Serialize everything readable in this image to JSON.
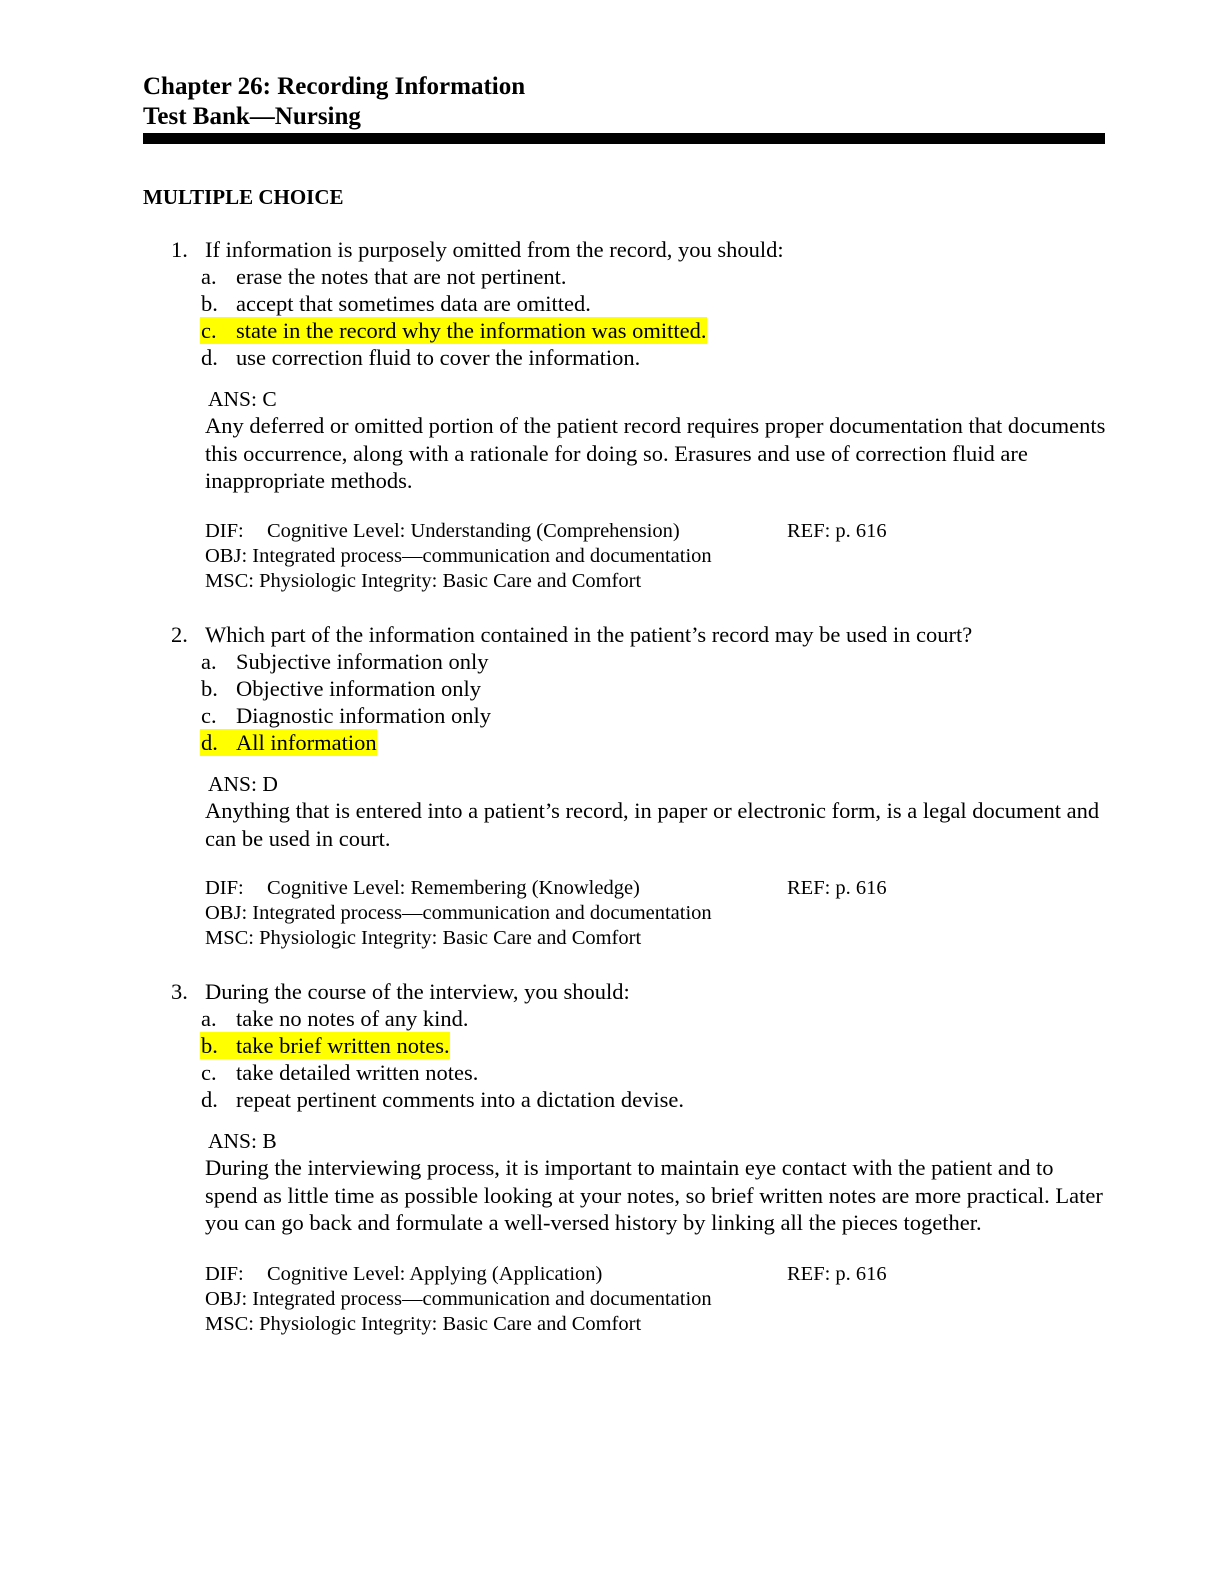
{
  "header": {
    "title": "Chapter 26: Recording Information",
    "subtitle": "Test Bank—Nursing"
  },
  "section_title": "MULTIPLE CHOICE",
  "questions": [
    {
      "number": "1.",
      "stem": "If information is purposely omitted from the record, you should:",
      "options": [
        {
          "letter": "a.",
          "text": "erase the notes that are not pertinent."
        },
        {
          "letter": "b.",
          "text": "accept that sometimes data are omitted."
        },
        {
          "letter": "c.",
          "text": "state in the record why the information was omitted."
        },
        {
          "letter": "d.",
          "text": "use correction fluid to cover the information."
        }
      ],
      "answer": "ANS: C",
      "rationale": "Any deferred or omitted portion of the patient record requires proper documentation that documents this occurrence, along with a rationale for doing so. Erasures and use of correction fluid are inappropriate methods.",
      "dif_label": "DIF:",
      "dif_value": "Cognitive Level: Understanding (Comprehension)",
      "ref": "REF: p. 616",
      "obj": "OBJ: Integrated process—communication and documentation",
      "msc": "MSC:  Physiologic Integrity: Basic Care and Comfort"
    },
    {
      "number": "2.",
      "stem": "Which part of the information contained in the patient’s record may be used in court?",
      "options": [
        {
          "letter": "a.",
          "text": "Subjective information only"
        },
        {
          "letter": "b.",
          "text": "Objective information only"
        },
        {
          "letter": "c.",
          "text": "Diagnostic information only"
        },
        {
          "letter": "d.",
          "text": "All information"
        }
      ],
      "answer": "ANS: D",
      "rationale": "Anything that is entered into a patient’s record, in paper or electronic form, is a legal document and can be used in court.",
      "dif_label": "DIF:",
      "dif_value": "Cognitive Level: Remembering (Knowledge)",
      "ref": "REF: p. 616",
      "obj": "OBJ: Integrated process—communication and documentation",
      "msc": "MSC:  Physiologic Integrity: Basic Care and Comfort"
    },
    {
      "number": "3.",
      "stem": "During the course of the interview, you should:",
      "options": [
        {
          "letter": "a.",
          "text": "take no notes of any kind."
        },
        {
          "letter": "b.",
          "text": "take brief written notes."
        },
        {
          "letter": "c.",
          "text": "take detailed written notes."
        },
        {
          "letter": "d.",
          "text": "repeat pertinent comments into a dictation devise."
        }
      ],
      "answer": "ANS: B",
      "rationale": "During the interviewing process, it is important to maintain eye contact with the patient and to spend as little time as possible looking at your notes, so brief written notes are more practical. Later you can go back and formulate a well-versed history by linking all the pieces together.",
      "dif_label": "DIF:",
      "dif_value": "Cognitive Level: Applying (Application)",
      "ref": "REF: p. 616",
      "obj": "OBJ: Integrated process—communication and documentation",
      "msc": "MSC:  Physiologic Integrity: Basic Care and Comfort"
    }
  ],
  "highlight_color": "#ffff00"
}
